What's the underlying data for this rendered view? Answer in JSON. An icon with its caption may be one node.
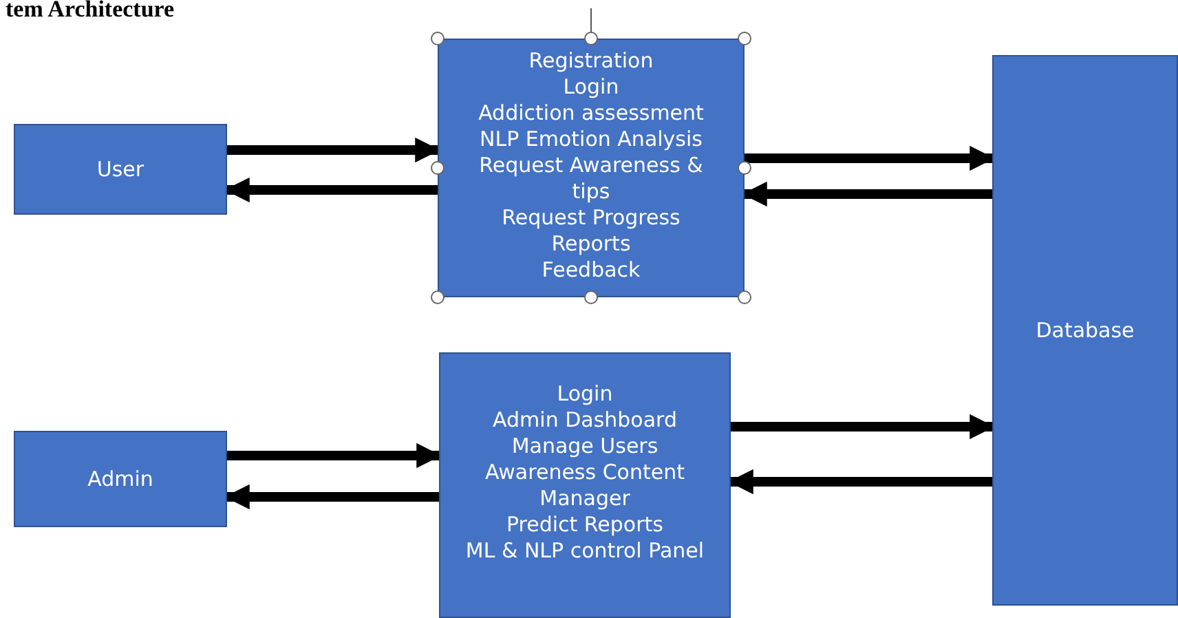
{
  "diagram": {
    "title": "tem Architecture",
    "nodes": [
      {
        "text": [
          "User"
        ]
      },
      {
        "text": [
          "Registration",
          "Login",
          "Addiction assessment",
          "NLP Emotion Analysis",
          "Request Awareness & tips",
          "Request Progress Reports",
          "Feedback"
        ]
      },
      {
        "text": [
          "Database"
        ]
      },
      {
        "text": [
          "Admin"
        ]
      },
      {
        "text": [
          "Login",
          "Admin Dashboard",
          "Manage Users",
          "Awareness Content Manager",
          "Predict Reports",
          "ML & NLP control Panel"
        ]
      }
    ],
    "edges": [
      {
        "from": 0,
        "to": 1,
        "arrow": "to"
      },
      {
        "from": 1,
        "to": 0,
        "arrow": "to"
      },
      {
        "from": 1,
        "to": 2,
        "arrow": "to"
      },
      {
        "from": 2,
        "to": 1,
        "arrow": "to"
      },
      {
        "from": 3,
        "to": 4,
        "arrow": "to"
      },
      {
        "from": 4,
        "to": 3,
        "arrow": "to"
      },
      {
        "from": 4,
        "to": 2,
        "arrow": "to"
      },
      {
        "from": 2,
        "to": 4,
        "arrow": "to"
      }
    ]
  }
}
